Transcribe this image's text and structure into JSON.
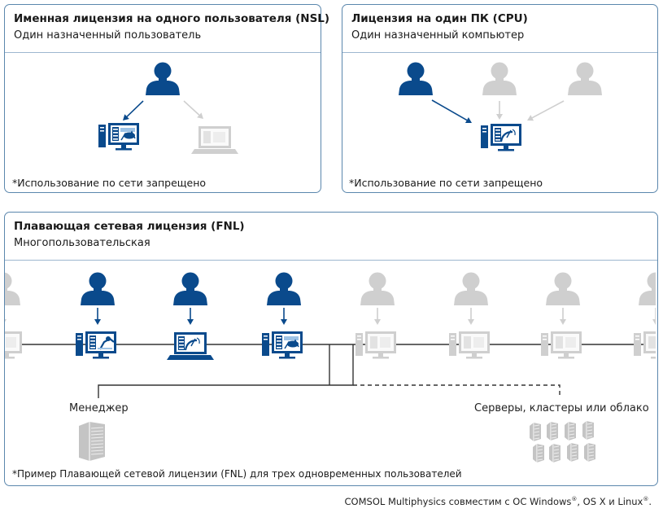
{
  "nsl": {
    "title": "Именная лицензия на одного пользователя (NSL)",
    "subtitle": "Один назначенный пользователь",
    "note": "*Использование по сети запрещено"
  },
  "cpu": {
    "title": "Лицензия на один ПК (CPU)",
    "subtitle": "Один назначенный компьютер",
    "note": "*Использование по сети запрещено"
  },
  "fnl": {
    "title": "Плавающая сетевая лицензия (FNL)",
    "subtitle": "Многопользовательская",
    "manager_label": "Менеджер",
    "cloud_label": "Серверы, кластеры или облако",
    "note": "*Пример Плавающей сетевой лицензии (FNL) для трех одновременных пользователей"
  },
  "footer": {
    "text_main": "COMSOL Multiphysics совместим с ОС Windows",
    "mark1": "®",
    "text_mid": ", OS X и Linux",
    "mark2": "®",
    "text_end": "."
  },
  "colors": {
    "active": "#0a4a8c",
    "inactive": "#cfcfcf",
    "frame": "#5b87ad",
    "line": "#333333"
  }
}
